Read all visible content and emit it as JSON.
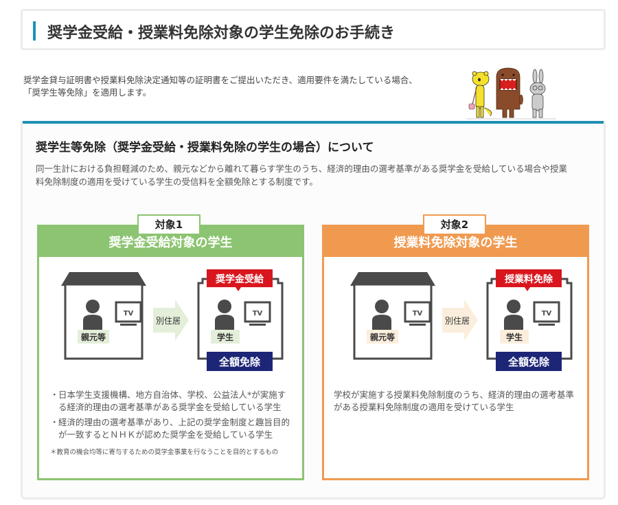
{
  "header": {
    "title": "奨学金受給・授業料免除対象の学生免除のお手続き",
    "accent_color": "#1e93b7"
  },
  "intro": {
    "lines": [
      "奨学金貸与証明書や授業料免除決定通知等の証明書をご提出いただき、適用要件を満たしている場合、",
      "「奨学生等免除」を適用します。"
    ]
  },
  "mascots": {
    "icon": "mascot-characters-illustration"
  },
  "section": {
    "heading": "奨学生等免除（奨学金受給・授業料免除の学生の場合）について",
    "desc_lines": [
      "同一生計における負担軽減のため、親元などから離れて暮らす学生のうち、経済的理由の選考基準がある奨学金を受給している場合や授業",
      "料免除制度の適用を受けている学生の受信料を全額免除とする制度です。"
    ]
  },
  "panels": [
    {
      "tab": "対象1",
      "title": "奨学金受給対象の学生",
      "color": "#8cc471",
      "illustration": {
        "parent_label": "親元等",
        "tv_label": "TV",
        "arrow_label": "別住居",
        "badge": "奨学金受給",
        "student_label": "学生",
        "exemption": "全額免除",
        "label_bg": "#e3efd9"
      },
      "bullets": [
        {
          "lines": [
            "日本学生支援機構、地方自治体、学校、公益法人*が実施す",
            "る経済的理由の選考基準がある奨学金を受給している学生"
          ]
        },
        {
          "lines": [
            "経済的理由の選考基準があり、上記の奨学金制度と趣旨目的",
            "が一致するとＮＨＫが認めた奨学金を受給している学生"
          ]
        }
      ],
      "bullet_mark": "・",
      "footnote": "＊教育の機会均等に寄与するための奨学金事業を行なうことを目的とするもの"
    },
    {
      "tab": "対象2",
      "title": "授業料免除対象の学生",
      "color": "#f09a50",
      "illustration": {
        "parent_label": "親元等",
        "tv_label": "TV",
        "arrow_label": "別住居",
        "badge": "授業料免除",
        "student_label": "学生",
        "exemption": "全額免除",
        "label_bg": "#fbeedc"
      },
      "desc_lines": [
        "学校が実施する授業料免除制度のうち、経済的理由の選考基準",
        "がある授業料免除制度の適用を受けている学生"
      ]
    }
  ],
  "colors": {
    "badge_red": "#d9161e",
    "exemption_navy": "#1d2577",
    "house_dark": "#4a4a4a"
  }
}
